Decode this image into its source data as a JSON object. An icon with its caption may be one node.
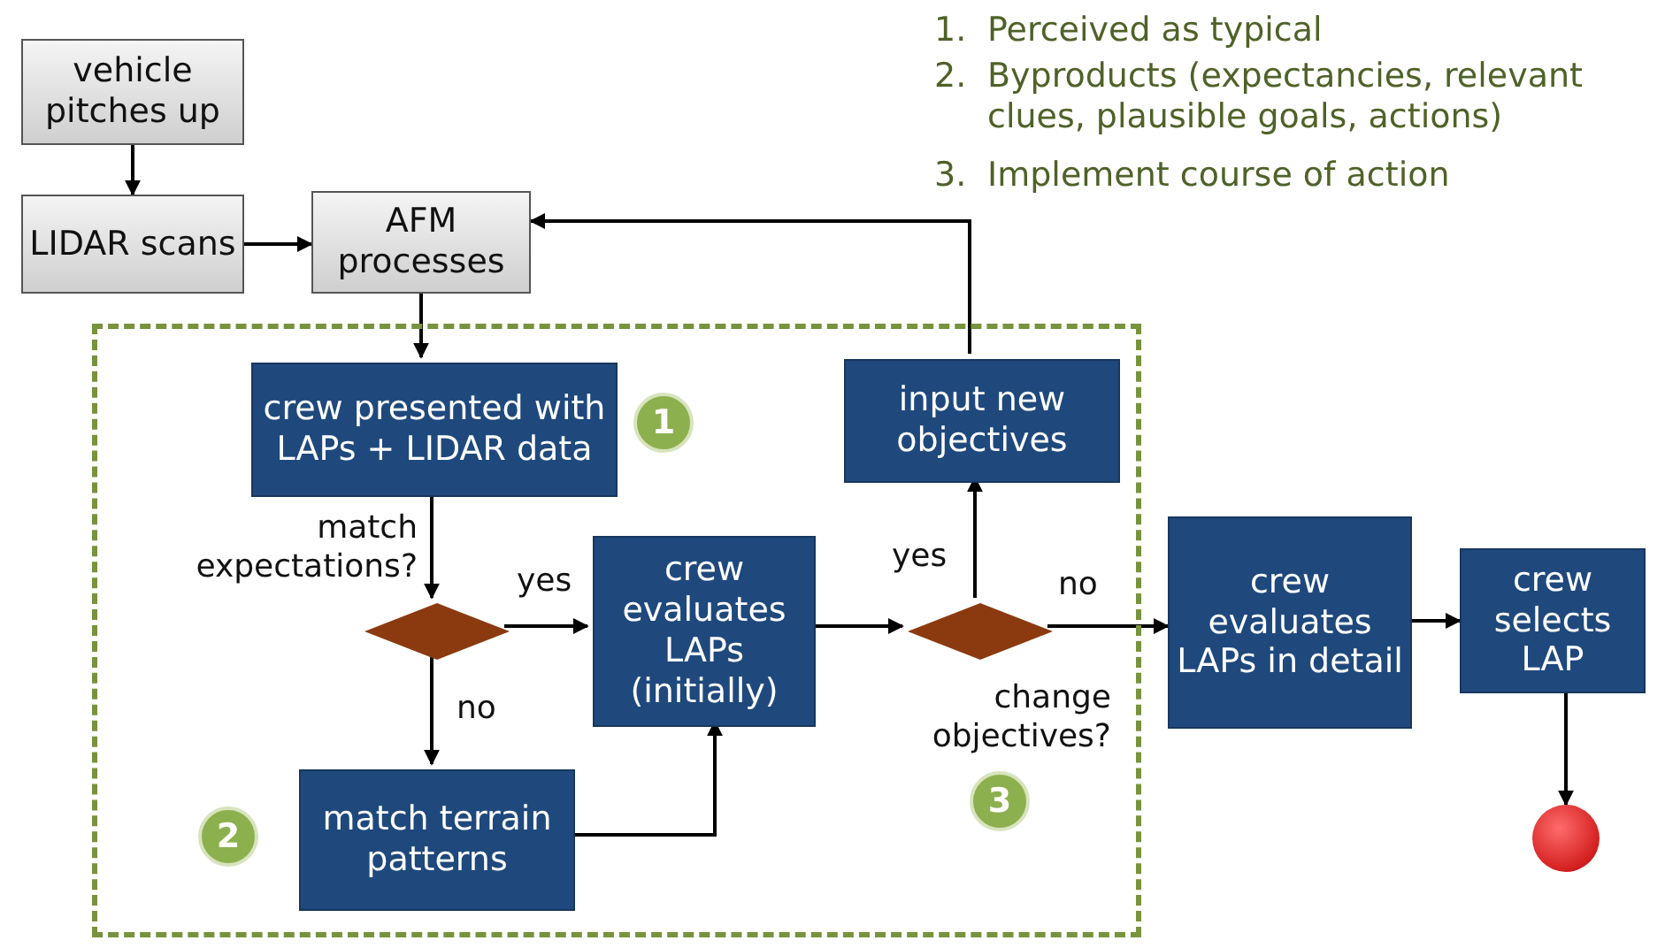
{
  "diagram": {
    "nodes": [
      {
        "text": [
          "vehicle pitches up"
        ]
      },
      {
        "text": [
          "LIDAR scans"
        ]
      },
      {
        "text": [
          "AFM processes"
        ]
      },
      {
        "text": [],
        "shape": "box"
      },
      {
        "text": [
          "crew presented with LAPs + LIDAR data"
        ],
        "in": 3
      },
      {
        "text": [],
        "shape": "diamond",
        "beside": [
          "match expectations?"
        ],
        "in": 3
      },
      {
        "text": [
          "crew evaluates LAPs (initially)"
        ],
        "in": 3
      },
      {
        "text": [
          "match terrain patterns"
        ],
        "in": 3
      },
      {
        "text": [
          "input new objectives"
        ],
        "in": 3
      },
      {
        "text": [],
        "shape": "diamond",
        "beside": [
          "change objectives?"
        ],
        "in": 3
      },
      {
        "text": [
          "crew evaluates LAPs in detail"
        ]
      },
      {
        "text": [
          "crew selects LAP"
        ]
      },
      {
        "text": [],
        "shape": "circle"
      }
    ],
    "edges": [
      {
        "from": 0,
        "to": 1,
        "arrow": "to"
      },
      {
        "from": 1,
        "to": 2,
        "arrow": "to"
      },
      {
        "from": 2,
        "to": 4,
        "arrow": "to"
      },
      {
        "from": 4,
        "to": 5,
        "arrow": "to"
      },
      {
        "from": 5,
        "to": 6,
        "arrow": "to",
        "label": "yes"
      },
      {
        "from": 5,
        "to": 7,
        "arrow": "to",
        "label": "no"
      },
      {
        "from": 7,
        "to": 6,
        "arrow": "to"
      },
      {
        "from": 6,
        "to": 9,
        "arrow": "to"
      },
      {
        "from": 9,
        "to": 8,
        "arrow": "to",
        "label": "yes"
      },
      {
        "from": 9,
        "to": 10,
        "arrow": "to",
        "label": "no"
      },
      {
        "from": 8,
        "to": 2,
        "arrow": "to"
      },
      {
        "from": 10,
        "to": 11,
        "arrow": "to"
      },
      {
        "from": 11,
        "to": 12,
        "arrow": "to"
      }
    ],
    "labels": [
      "1.",
      "Perceived as typical",
      "2.",
      "Byproducts (expectancies, relevant clues, plausible goals, actions)",
      "3.",
      "Implement course of action",
      "1",
      "2",
      "3"
    ]
  }
}
